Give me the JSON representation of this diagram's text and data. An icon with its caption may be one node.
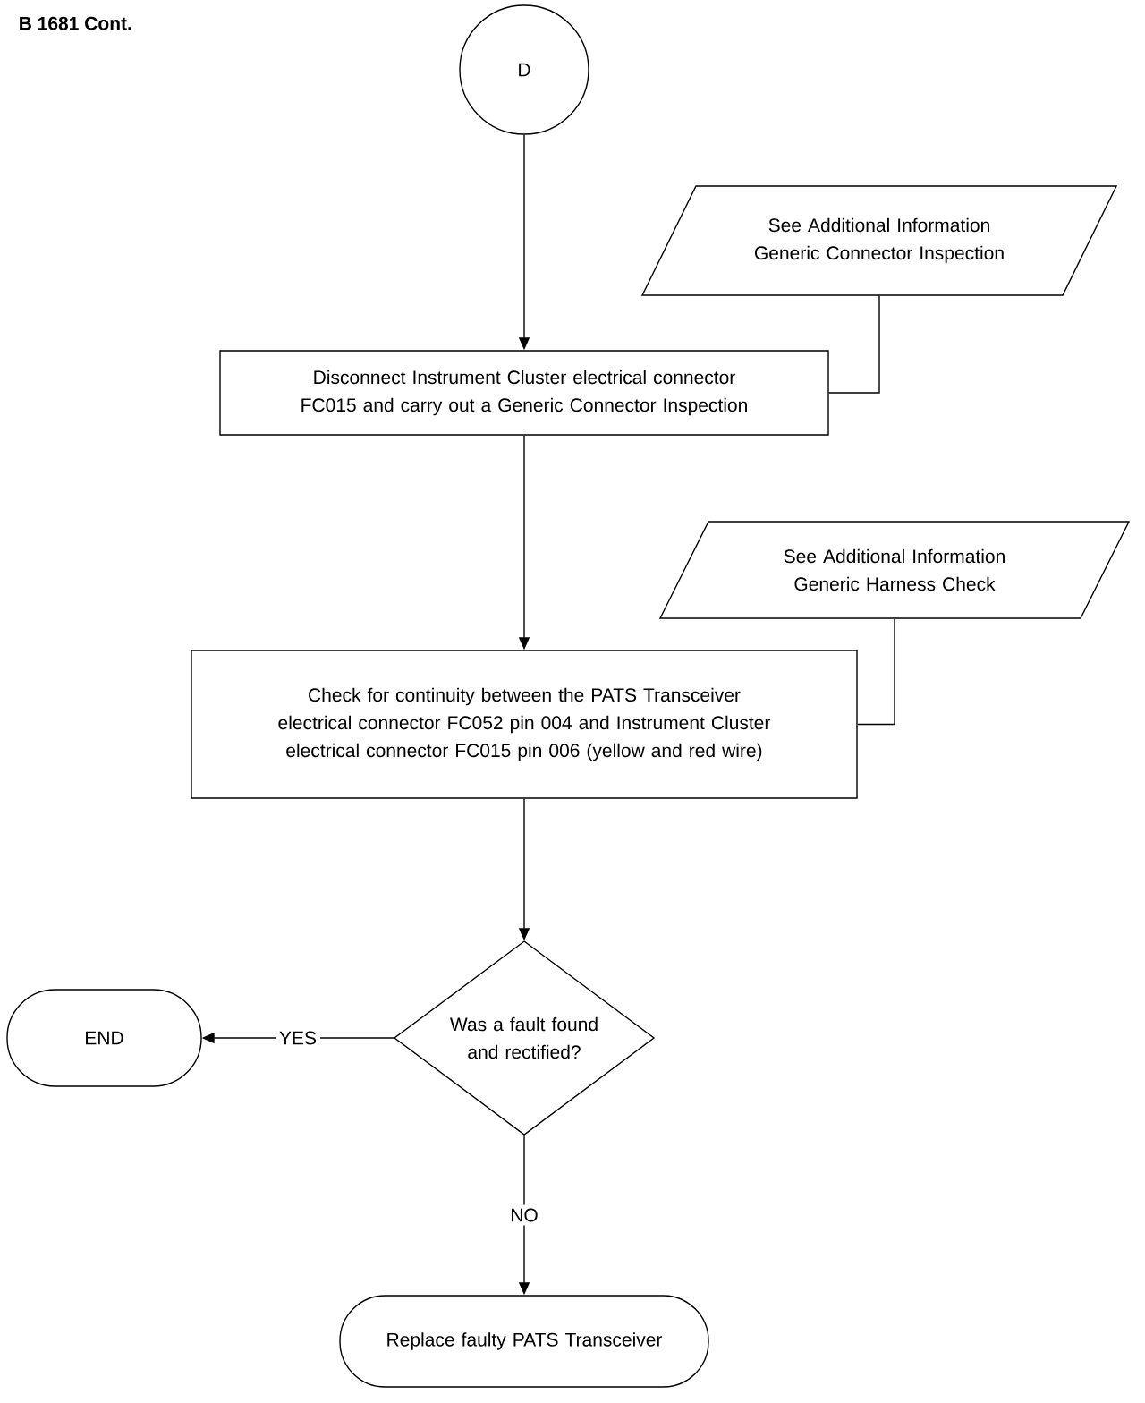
{
  "diagram": {
    "title": "B 1681 Cont.",
    "nodes": [
      {
        "text": [
          "D"
        ]
      },
      {
        "text": [
          "See Additional Information Generic Connector Inspection"
        ]
      },
      {
        "text": [
          "Disconnect Instrument Cluster electrical connector FC015 and carry out a Generic Connector Inspection"
        ]
      },
      {
        "text": [
          "See Additional Information Generic Harness Check"
        ]
      },
      {
        "text": [
          "Check for continuity between the PATS Transceiver electrical connector FC052 pin 004 and Instrument Cluster electrical connector FC015 pin 006 (yellow and red wire)"
        ]
      },
      {
        "text": [
          "Was a fault found and rectified?"
        ]
      },
      {
        "text": [
          "END"
        ]
      },
      {
        "text": [
          "Replace faulty PATS Transceiver"
        ]
      }
    ],
    "edges": [
      {
        "from": 0,
        "to": 2,
        "arrow": "to"
      },
      {
        "from": 1,
        "to": 2,
        "arrow": "none"
      },
      {
        "from": 2,
        "to": 4,
        "arrow": "to"
      },
      {
        "from": 3,
        "to": 4,
        "arrow": "none"
      },
      {
        "from": 4,
        "to": 5,
        "arrow": "to"
      },
      {
        "from": 5,
        "to": 6,
        "arrow": "to",
        "label": "YES"
      },
      {
        "from": 5,
        "to": 7,
        "arrow": "to",
        "label": "NO"
      }
    ]
  }
}
